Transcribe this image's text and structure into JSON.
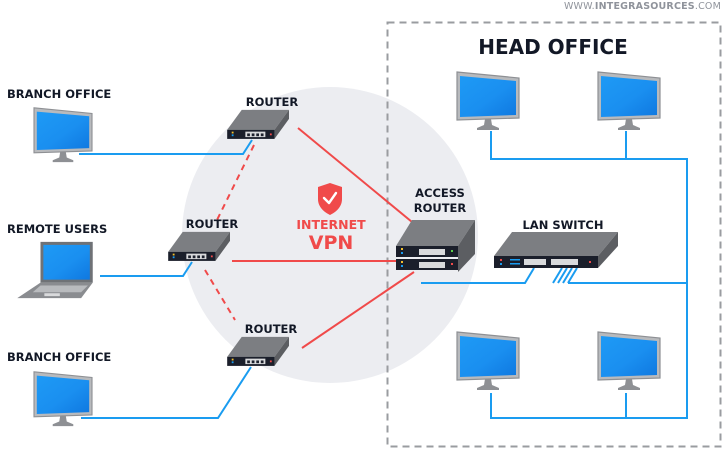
{
  "watermark": {
    "prefix": "WWW.",
    "brand": "INTEGRASOURCES",
    "suffix": ".COM"
  },
  "colors": {
    "vpn_link": "#f04a4a",
    "lan_link": "#1a9cf0",
    "device_body": "#7c7e82",
    "device_front": "#1b1f2b",
    "screen": "#1a8ff0",
    "cloud": "#ecedf1",
    "boundary": "#9a9ca0",
    "label": "#121826"
  },
  "head_office": {
    "title": "HEAD OFFICE"
  },
  "remote_sites": [
    {
      "id": "branch-office-1",
      "label": "BRANCH OFFICE",
      "device": "desktop-monitor"
    },
    {
      "id": "remote-users",
      "label": "REMOTE USERS",
      "device": "laptop"
    },
    {
      "id": "branch-office-2",
      "label": "BRANCH OFFICE",
      "device": "desktop-monitor"
    }
  ],
  "routers": [
    {
      "id": "router-top",
      "label": "ROUTER"
    },
    {
      "id": "router-middle",
      "label": "ROUTER"
    },
    {
      "id": "router-bottom",
      "label": "ROUTER"
    }
  ],
  "internet": {
    "icon": "shield-check-icon",
    "line1": "INTERNET",
    "line2": "VPN"
  },
  "access_router": {
    "line1": "ACCESS",
    "line2": "ROUTER"
  },
  "lan_switch": {
    "label": "LAN SWITCH"
  },
  "head_office_workstations": [
    {
      "id": "ws-top-left",
      "device": "desktop-monitor"
    },
    {
      "id": "ws-top-right",
      "device": "desktop-monitor"
    },
    {
      "id": "ws-bottom-left",
      "device": "desktop-monitor"
    },
    {
      "id": "ws-bottom-right",
      "device": "desktop-monitor"
    }
  ],
  "links": {
    "vpn_solid": [
      "router-top→access-router",
      "router-middle→access-router",
      "router-bottom→access-router"
    ],
    "vpn_dashed": [
      "router-top↔router-middle",
      "router-middle↔router-bottom"
    ],
    "lan": [
      "branch-office-1→router-top",
      "remote-users→router-middle",
      "branch-office-2→router-bottom",
      "access-router→lan-switch",
      "lan-switch→head-office-workstations"
    ]
  }
}
